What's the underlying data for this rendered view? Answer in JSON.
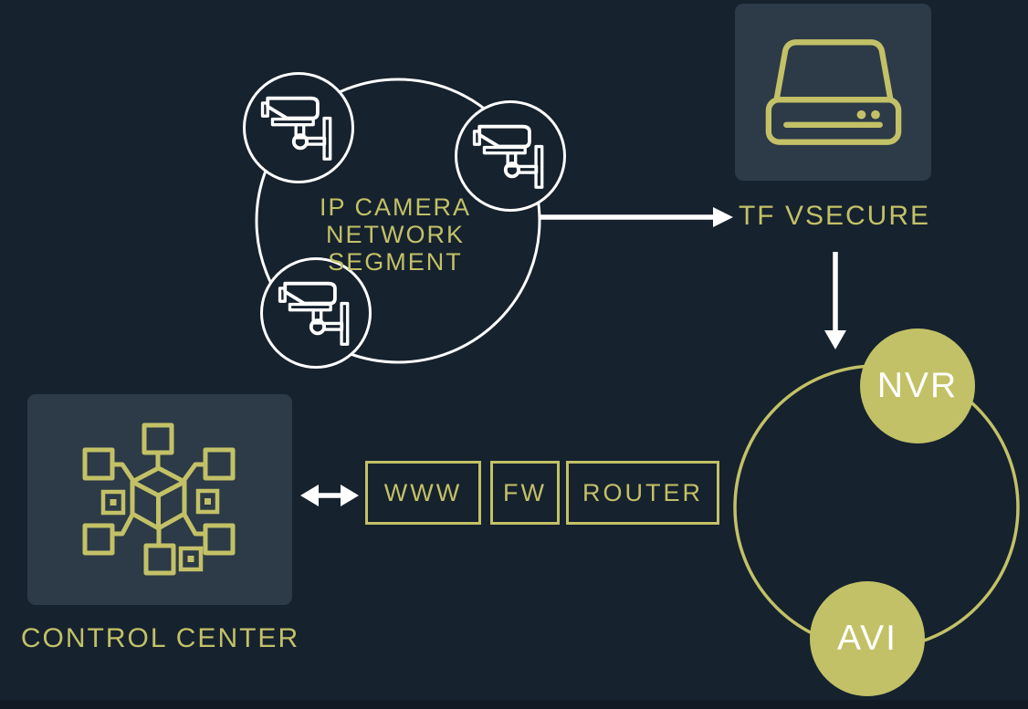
{
  "colors": {
    "background": "#16222e",
    "panel": "#2d3a47",
    "accent_gold": "#c3c167",
    "line_white": "#ffffff"
  },
  "camera_segment": {
    "label_line1": "IP CAMERA",
    "label_line2": "NETWORK SEGMENT",
    "camera_count": 3,
    "icon": "cctv-camera-icon"
  },
  "recorder": {
    "label": "TF VSECURE",
    "icon": "disk-recorder-icon"
  },
  "control_center": {
    "label": "CONTROL CENTER",
    "icon": "network-cube-icon"
  },
  "chain": {
    "items": [
      "WWW",
      "FW",
      "ROUTER"
    ]
  },
  "storage_ring": {
    "nodes": [
      "NVR",
      "AVI"
    ]
  }
}
